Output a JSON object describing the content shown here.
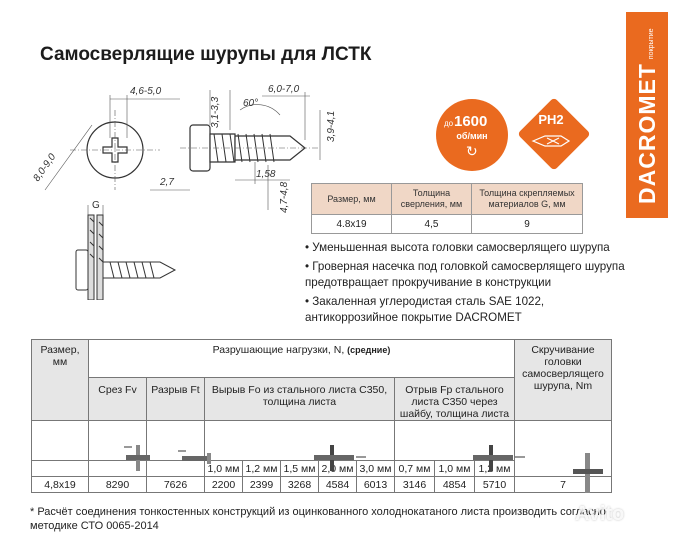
{
  "title": "Самосверлящие шурупы для ЛСТК",
  "brand": {
    "name": "DACROMET",
    "sub": "покрытие",
    "color": "#ea6a1f"
  },
  "drawing": {
    "dim_head_dia": "8,0-9,0",
    "dim_recess": "4,6-5,0",
    "dim_head_h": "3,1-3,3",
    "dim_angle": "60°",
    "dim_total": "6,0-7,0",
    "dim_thread": "3,9-4,1",
    "dim_drill": "2,7",
    "dim_pitch": "1,58",
    "dim_core": "4,7-4,8",
    "label_g": "G"
  },
  "badges": {
    "speed_prefix": "до",
    "speed_value": "1600",
    "speed_unit": "об/мин",
    "bit": "PH2"
  },
  "spec_table": {
    "headers": [
      "Размер, мм",
      "Толщина сверления, мм",
      "Толщина скрепляемых материалов G, мм"
    ],
    "row": [
      "4.8x19",
      "4,5",
      "9"
    ]
  },
  "features": [
    "Уменьшенная высота головки самосверлящего шурупа",
    "Гроверная насечка под головкой самосверлящего шурупа предотвращает прокручивание в конструкции",
    "Закаленная углеродистая сталь SAE 1022, антикоррозийное покрытие DACROMET"
  ],
  "load_table": {
    "size_header": "Размер, мм",
    "loads_header": "Разрушающие нагрузки, N, ",
    "loads_header_note": "(средние)",
    "torque_header": "Скручивание головки самосверлящего шурупа, Nm",
    "shear": "Срез Fv",
    "tensile": "Разрыв Ft",
    "pullout": "Вырыв Fo из стального листа С350, толщина листа",
    "pullthrough": "Отрыв Fp стального листа С350 через шайбу, толщина листа",
    "pullout_thick": [
      "1,0 мм",
      "1,2 мм",
      "1,5 мм",
      "2,0 мм",
      "3,0 мм"
    ],
    "pullthrough_thick": [
      "0,7 мм",
      "1,0 мм",
      "1,2 мм"
    ],
    "row": {
      "size": "4,8x19",
      "shear": "8290",
      "tensile": "7626",
      "pullout": [
        "2200",
        "2399",
        "3268",
        "4584",
        "6013"
      ],
      "pullthrough": [
        "3146",
        "4854",
        "5710"
      ],
      "torque": "7"
    }
  },
  "footnote": "* Расчёт соединения тонкостенных конструкций из оцинкованного холоднокатаного листа производить согласно методике СТО 0065-2014",
  "watermark": "Avito"
}
